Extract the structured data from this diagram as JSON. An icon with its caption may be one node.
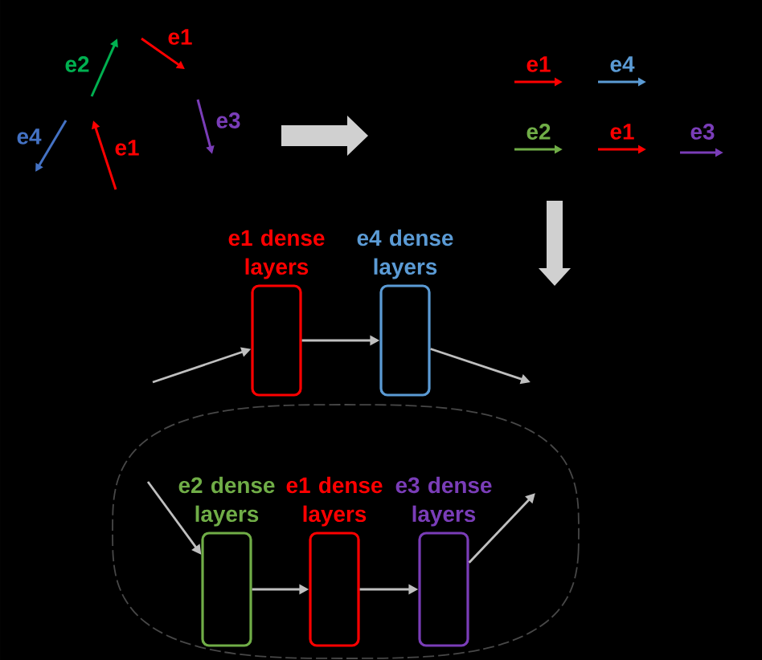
{
  "diagram": {
    "nodes": [
      {
        "text": [
          "e1 dense layers"
        ]
      },
      {
        "text": [
          "e4 dense layers"
        ]
      },
      {
        "text": [],
        "shape": "ellipse"
      },
      {
        "text": [
          "e2 dense layers"
        ],
        "in": 2
      },
      {
        "text": [
          "e1 dense layers"
        ],
        "in": 2
      },
      {
        "text": [
          "e3 dense layers"
        ],
        "in": 2
      }
    ],
    "edges": [
      {
        "from": null,
        "to": 0,
        "arrow": "to"
      },
      {
        "from": 0,
        "to": 1,
        "arrow": "to"
      },
      {
        "from": 1,
        "to": null,
        "arrow": "to"
      },
      {
        "from": null,
        "to": 3,
        "arrow": "to"
      },
      {
        "from": 3,
        "to": 4,
        "arrow": "to"
      },
      {
        "from": 4,
        "to": 5,
        "arrow": "to"
      },
      {
        "from": 5,
        "to": null,
        "arrow": "to"
      }
    ],
    "labels": [
      "e1",
      "e2",
      "e3",
      "e4",
      "e1",
      "e1",
      "e4",
      "e2",
      "e1",
      "e3"
    ]
  }
}
